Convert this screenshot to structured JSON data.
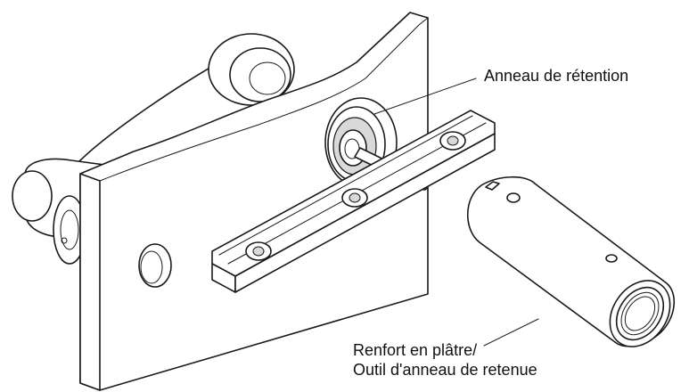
{
  "labels": {
    "retaining_ring": "Anneau de rétention",
    "tool_line1": "Renfort en plâtre/",
    "tool_line2": "Outil d'anneau de retenue"
  }
}
